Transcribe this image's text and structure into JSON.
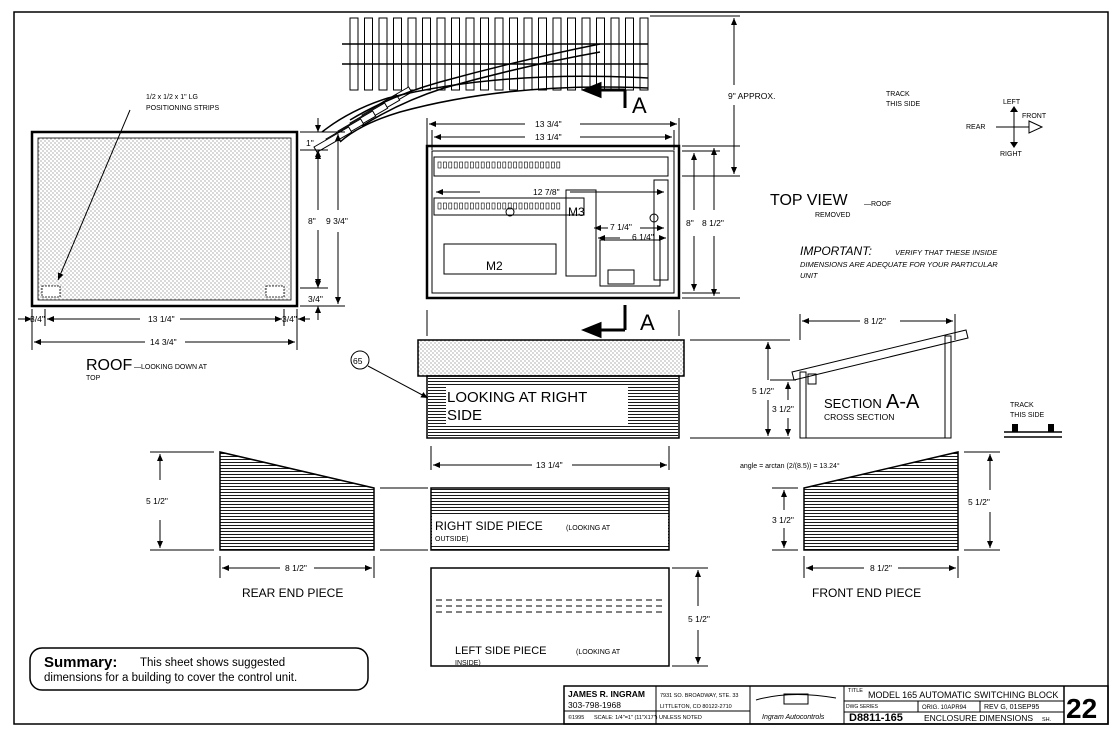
{
  "roof": {
    "strips_label_1": "1/2 x 1/2 x 1\" LG",
    "strips_label_2": "POSITIONING STRIPS",
    "title": "ROOF",
    "subtitle": "—LOOKING DOWN AT",
    "subtitle2": "TOP",
    "dim_width_inner": "13 1/4\"",
    "dim_width_outer": "14 3/4\"",
    "dim_left_edge": "3/4\"",
    "dim_right_edge": "3/4\"",
    "dim_top_margin": "1\"",
    "dim_height_inner": "8\"",
    "dim_height_outer": "9 3/4\"",
    "dim_bottom_margin": "3/4\""
  },
  "top_view": {
    "dim_outer_width": "13 3/4\"",
    "dim_inner_width": "13 1/4\"",
    "dim_board_width": "12 7/8\"",
    "dim_7_1_4": "7 1/4\"",
    "dim_6_1_4": "6 1/4\"",
    "dim_inner_height": "8\"",
    "dim_outer_height": "8 1/2\"",
    "dim_approx": "9\" APPROX.",
    "module_m2": "M2",
    "module_m3": "M3",
    "section_marker": "A",
    "title": "TOP VIEW",
    "title_suffix": "—ROOF",
    "title_suffix2": "REMOVED",
    "track_note_1": "TRACK",
    "track_note_2": "THIS SIDE",
    "important_title": "IMPORTANT:",
    "important_text_1": "VERIFY THAT THESE INSIDE",
    "important_text_2": "DIMENSIONS ARE ADEQUATE FOR YOUR PARTICULAR",
    "important_text_3": "UNIT"
  },
  "compass": {
    "left": "LEFT",
    "right": "RIGHT",
    "rear": "REAR",
    "front": "FRONT"
  },
  "right_side_view": {
    "callout": "65",
    "label_1": "LOOKING AT RIGHT",
    "label_2": "SIDE"
  },
  "section": {
    "dim_width": "8 1/2\"",
    "dim_height": "5 1/2\"",
    "dim_low": "3 1/2\"",
    "title": "SECTION",
    "title_big": "A-A",
    "subtitle": "CROSS SECTION",
    "track_1": "TRACK",
    "track_2": "THIS SIDE",
    "angle_formula": "angle = arctan (2/(8.5)) = 13.24°"
  },
  "pieces": {
    "rear_title": "REAR END PIECE",
    "rear_dim_height": "5 1/2\"",
    "rear_dim_width": "8 1/2\"",
    "right_dim_width": "13 1/4\"",
    "right_label": "RIGHT SIDE PIECE",
    "right_label_small": "(LOOKING AT",
    "right_label_small2": "OUTSIDE)",
    "left_label": "LEFT SIDE PIECE",
    "left_label_small": "(LOOKING AT",
    "left_label_small2": "INSIDE)",
    "left_dim_height": "5 1/2\"",
    "front_title": "FRONT END PIECE",
    "front_dim_height": "5 1/2\"",
    "front_dim_low": "3 1/2\"",
    "front_dim_width": "8 1/2\""
  },
  "summary": {
    "title": "Summary:",
    "text_1": "This sheet shows suggested",
    "text_2": "dimensions for a building to cover the control unit."
  },
  "title_block": {
    "name": "JAMES R. INGRAM",
    "phone": "303-798-1968",
    "address_1": "7931 SO. BROADWAY, STE. 33",
    "address_2": "LITTLETON, CO 80122-2710",
    "copyright": "©1995",
    "scale": "SCALE: 1/4\"=1\" (11\"X17\") UNLESS NOTED",
    "logo_text": "Ingram Autocontrols",
    "title_label": "TITLE",
    "title": "MODEL 165 AUTOMATIC SWITCHING BLOCK",
    "dwg_series": "DWG SERIES",
    "dwg_number": "D8811-165",
    "orig": "ORIG. 10APR94",
    "rev": "REV G, 01SEP95",
    "subtitle": "ENCLOSURE DIMENSIONS",
    "sh": "SH.",
    "sheet_number": "22"
  }
}
